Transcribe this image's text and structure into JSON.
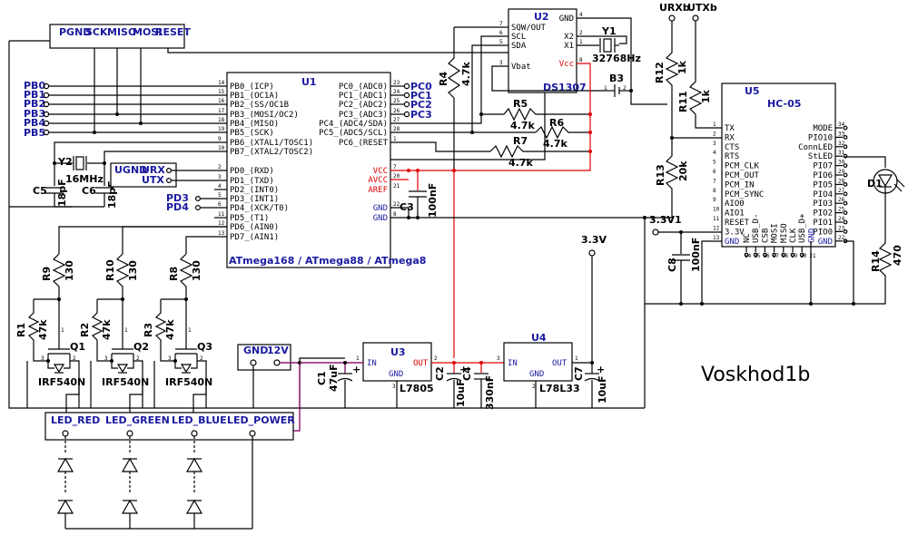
{
  "title": "Voskhod1b",
  "u1": {
    "ref": "U1",
    "name": "ATmega168 / ATmega88 / ATmega8",
    "left_pins": [
      {
        "num": "14",
        "label": "PB0_(ICP)"
      },
      {
        "num": "15",
        "label": "PB1_(OC1A)"
      },
      {
        "num": "16",
        "label": "PB2_(SS/OC1B"
      },
      {
        "num": "17",
        "label": "PB3_(MOSI/OC2)"
      },
      {
        "num": "18",
        "label": "PB4_(MISO)"
      },
      {
        "num": "19",
        "label": "PB5_(SCK)"
      },
      {
        "num": "9",
        "label": "PB6_(XTAL1/TOSC1)"
      },
      {
        "num": "10",
        "label": "PB7_(XTAL2/TOSC2)"
      },
      {
        "num": "2",
        "label": "PD0_(RXD)"
      },
      {
        "num": "3",
        "label": "PD1_(TXD)"
      },
      {
        "num": "4",
        "label": "PD2_(INT0)"
      },
      {
        "num": "5",
        "label": "PD3_(INT1)"
      },
      {
        "num": "6",
        "label": "PD4_(XCK/T0)"
      },
      {
        "num": "11",
        "label": "PD5_(T1)"
      },
      {
        "num": "12",
        "label": "PD6_(AIN0)"
      },
      {
        "num": "13",
        "label": "PD7_(AIN1)"
      }
    ],
    "right_pins": [
      {
        "num": "23",
        "label": "PC0_(ADC0)"
      },
      {
        "num": "24",
        "label": "PC1_(ADC1)"
      },
      {
        "num": "25",
        "label": "PC2_(ADC2)"
      },
      {
        "num": "26",
        "label": "PC3_(ADC3)"
      },
      {
        "num": "27",
        "label": "PC4_(ADC4/SDA)"
      },
      {
        "num": "28",
        "label": "PC5_(ADC5/SCL)"
      },
      {
        "num": "1",
        "label": "PC6_(RESET"
      }
    ],
    "power_pins": [
      {
        "num": "7",
        "label": "VCC"
      },
      {
        "num": "20",
        "label": "AVCC"
      },
      {
        "num": "21",
        "label": "AREF"
      }
    ],
    "gnd_pins": [
      {
        "num": "22",
        "label": "GND"
      },
      {
        "num": "8",
        "label": "GND"
      }
    ]
  },
  "port_b_labels": [
    "PB0",
    "PB1",
    "PB2",
    "PB3",
    "PB4",
    "PB5"
  ],
  "port_c_labels": [
    "PC0",
    "PC1",
    "PC2",
    "PC3"
  ],
  "pd_labels": [
    "PD3",
    "PD4"
  ],
  "isp": {
    "labels": [
      "PGND",
      "SCK",
      "MISO",
      "MOSI",
      "RESET"
    ]
  },
  "uart": {
    "labels": [
      "UGND",
      "URX",
      "UTX"
    ]
  },
  "u2": {
    "ref": "U2",
    "name": "DS1307",
    "pins": [
      {
        "num": "7",
        "label": "SQW/OUT"
      },
      {
        "num": "6",
        "label": "SCL"
      },
      {
        "num": "5",
        "label": "SDA"
      },
      {
        "num": "3",
        "label": "Vbat"
      },
      {
        "num": "2",
        "label": "X2"
      },
      {
        "num": "1",
        "label": "X1"
      },
      {
        "num": "4",
        "label": "GND"
      },
      {
        "num": "8",
        "label": "Vcc"
      }
    ]
  },
  "y1": {
    "ref": "Y1",
    "value": "32768Hz"
  },
  "y2": {
    "ref": "Y2",
    "value": "16MHz"
  },
  "b3": {
    "ref": "B3",
    "pins": [
      "1",
      "2"
    ]
  },
  "r4": {
    "ref": "R4",
    "value": "4.7k"
  },
  "r5": {
    "ref": "R5",
    "value": "4.7k"
  },
  "r6": {
    "ref": "R6",
    "value": "4.7k"
  },
  "r7": {
    "ref": "R7",
    "value": "4.7k"
  },
  "c5": {
    "ref": "C5",
    "value": "18pF"
  },
  "c6": {
    "ref": "C6",
    "value": "18pF"
  },
  "c3": {
    "ref": "C3",
    "value": "100nF"
  },
  "u5": {
    "ref": "U5",
    "name": "HC-05",
    "left_pins": [
      {
        "num": "1",
        "label": "TX"
      },
      {
        "num": "2",
        "label": "RX"
      },
      {
        "num": "3",
        "label": "CTS"
      },
      {
        "num": "4",
        "label": "RTS"
      },
      {
        "num": "5",
        "label": "PCM_CLK"
      },
      {
        "num": "6",
        "label": "PCM_OUT"
      },
      {
        "num": "7",
        "label": "PCM_IN"
      },
      {
        "num": "8",
        "label": "PCM_SYNC"
      },
      {
        "num": "9",
        "label": "AIO0"
      },
      {
        "num": "10",
        "label": "AIO1"
      },
      {
        "num": "11",
        "label": "RESET"
      },
      {
        "num": "12",
        "label": "3.3V"
      },
      {
        "num": "13",
        "label": "GND"
      }
    ],
    "right_pins": [
      {
        "num": "34",
        "label": "MODE"
      },
      {
        "num": "33",
        "label": "PIO10"
      },
      {
        "num": "32",
        "label": "ConnLED"
      },
      {
        "num": "31",
        "label": "StLED"
      },
      {
        "num": "30",
        "label": "PIO7"
      },
      {
        "num": "29",
        "label": "PIO6"
      },
      {
        "num": "28",
        "label": "PIO5"
      },
      {
        "num": "27",
        "label": "PIO4"
      },
      {
        "num": "26",
        "label": "PIO3"
      },
      {
        "num": "25",
        "label": "PIO2"
      },
      {
        "num": "24",
        "label": "PIO1"
      },
      {
        "num": "23",
        "label": "PIO0"
      },
      {
        "num": "22",
        "label": "GND"
      }
    ],
    "bottom_pins": [
      {
        "num": "14",
        "label": "NC"
      },
      {
        "num": "15",
        "label": "USB_D-"
      },
      {
        "num": "16",
        "label": "CSB"
      },
      {
        "num": "17",
        "label": "MOSI"
      },
      {
        "num": "18",
        "label": "MISO"
      },
      {
        "num": "19",
        "label": "CLK"
      },
      {
        "num": "20",
        "label": "USB_D+"
      },
      {
        "num": "21",
        "label": "GND"
      }
    ]
  },
  "urxb": "URXb",
  "utxb": "UTXb",
  "r12": {
    "ref": "R12",
    "value": "1k"
  },
  "r11": {
    "ref": "R11",
    "value": "1k"
  },
  "r13": {
    "ref": "R13",
    "value": "20k"
  },
  "r14": {
    "ref": "R14",
    "value": "470"
  },
  "d1": {
    "ref": "D1"
  },
  "c8": {
    "ref": "C8",
    "value": "100nF"
  },
  "net_3v3": "3.3V1",
  "net_3v3b": "3.3V",
  "power_conn": {
    "labels": [
      "GND",
      "12V"
    ]
  },
  "u3": {
    "ref": "U3",
    "name": "L7805",
    "pins": [
      {
        "num": "1",
        "label": "IN"
      },
      {
        "num": "2",
        "label": "OUT"
      },
      {
        "num": "3",
        "label": "GND"
      }
    ]
  },
  "u4": {
    "ref": "U4",
    "name": "L78L33",
    "pins": [
      {
        "num": "3",
        "label": "IN"
      },
      {
        "num": "1",
        "label": "OUT"
      },
      {
        "num": "2",
        "label": "GND"
      }
    ]
  },
  "c1": {
    "ref": "C1",
    "value": "47uF"
  },
  "c2": {
    "ref": "C2",
    "value": "10uF"
  },
  "c4": {
    "ref": "C4",
    "value": "330nF"
  },
  "c7": {
    "ref": "C7",
    "value": "10uF"
  },
  "mosfets": [
    {
      "ref": "Q1",
      "name": "IRF540N",
      "r_gate": {
        "ref": "R9",
        "value": "130"
      },
      "r_pull": {
        "ref": "R1",
        "value": "47k"
      }
    },
    {
      "ref": "Q2",
      "name": "IRF540N",
      "r_gate": {
        "ref": "R10",
        "value": "130"
      },
      "r_pull": {
        "ref": "R2",
        "value": "47k"
      }
    },
    {
      "ref": "Q3",
      "name": "IRF540N",
      "r_gate": {
        "ref": "R8",
        "value": "130"
      },
      "r_pull": {
        "ref": "R3",
        "value": "47k"
      }
    }
  ],
  "fet_pins": [
    "3",
    "1",
    "2"
  ],
  "led_conn": {
    "labels": [
      "LED_RED",
      "LED_GREEN",
      "LED_BLUE",
      "LED_POWER"
    ]
  },
  "plus": "+"
}
